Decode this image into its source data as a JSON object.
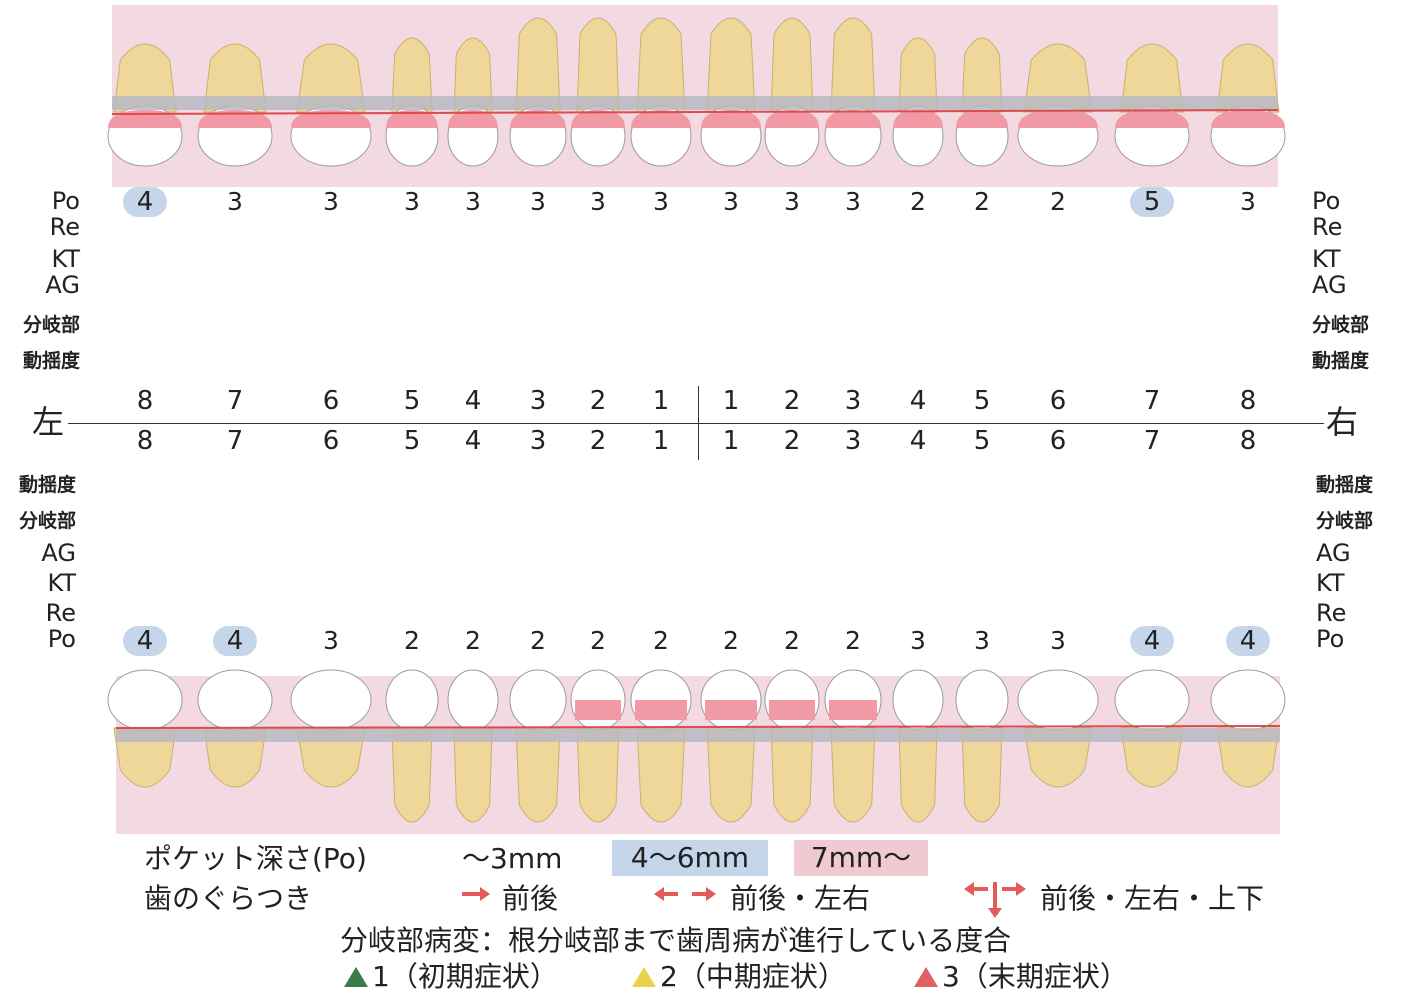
{
  "colors": {
    "panel": "#f3d9e1",
    "tooth_root": "#efd79a",
    "gum_red": "#f19aa6",
    "crown": "#ffffff",
    "badge_blue": "#c6d6ea",
    "badge_pink": "#f1c9d3",
    "arrow_red": "#e55b5b",
    "grade1": "#3a7a4d",
    "grade2": "#e8d24a",
    "grade3": "#e06060"
  },
  "row_labels_upper": [
    "Po",
    "Re",
    "KT",
    "AG",
    "分岐部",
    "動揺度"
  ],
  "row_labels_lower": [
    "動揺度",
    "分岐部",
    "AG",
    "KT",
    "Re",
    "Po"
  ],
  "side_left": "左",
  "side_right": "右",
  "upper_tooth_numbers": [
    "8",
    "7",
    "6",
    "5",
    "4",
    "3",
    "2",
    "1",
    "1",
    "2",
    "3",
    "4",
    "5",
    "6",
    "7",
    "8"
  ],
  "lower_tooth_numbers": [
    "8",
    "7",
    "6",
    "5",
    "4",
    "3",
    "2",
    "1",
    "1",
    "2",
    "3",
    "4",
    "5",
    "6",
    "7",
    "8"
  ],
  "upper_pocket": [
    {
      "v": "4",
      "hl": true
    },
    {
      "v": "3",
      "hl": false
    },
    {
      "v": "3",
      "hl": false
    },
    {
      "v": "3",
      "hl": false
    },
    {
      "v": "3",
      "hl": false
    },
    {
      "v": "3",
      "hl": false
    },
    {
      "v": "3",
      "hl": false
    },
    {
      "v": "3",
      "hl": false
    },
    {
      "v": "3",
      "hl": false
    },
    {
      "v": "3",
      "hl": false
    },
    {
      "v": "3",
      "hl": false
    },
    {
      "v": "2",
      "hl": false
    },
    {
      "v": "2",
      "hl": false
    },
    {
      "v": "2",
      "hl": false
    },
    {
      "v": "5",
      "hl": true
    },
    {
      "v": "3",
      "hl": false
    }
  ],
  "lower_pocket": [
    {
      "v": "4",
      "hl": true
    },
    {
      "v": "4",
      "hl": true
    },
    {
      "v": "3",
      "hl": false
    },
    {
      "v": "2",
      "hl": false
    },
    {
      "v": "2",
      "hl": false
    },
    {
      "v": "2",
      "hl": false
    },
    {
      "v": "2",
      "hl": false
    },
    {
      "v": "2",
      "hl": false
    },
    {
      "v": "2",
      "hl": false
    },
    {
      "v": "2",
      "hl": false
    },
    {
      "v": "2",
      "hl": false
    },
    {
      "v": "3",
      "hl": false
    },
    {
      "v": "3",
      "hl": false
    },
    {
      "v": "3",
      "hl": false
    },
    {
      "v": "4",
      "hl": true
    },
    {
      "v": "4",
      "hl": true
    }
  ],
  "legend": {
    "pocket_title": "ポケット深さ(Po)",
    "pocket_low": "〜3mm",
    "pocket_mid": "4〜6mm",
    "pocket_high": "7mm〜",
    "mobility_title": "歯のぐらつき",
    "mobility_1": "前後",
    "mobility_2": "前後・左右",
    "mobility_3": "前後・左右・上下",
    "furcation_title": "分岐部病変：根分岐部まで歯周病が進行している度合",
    "grade1": "1（初期症状）",
    "grade2": "2（中期症状）",
    "grade3": "3（末期症状）"
  }
}
